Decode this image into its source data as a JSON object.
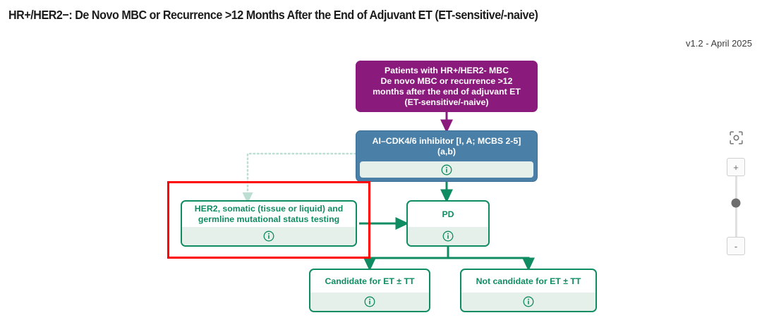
{
  "header": {
    "title": "HR+/HER2−: De Novo MBC or Recurrence >12 Months After the End of Adjuvant ET (ET-sensitive/-naive)",
    "version": "v1.2 - April 2025"
  },
  "colors": {
    "purple": "#8B1A7D",
    "blue": "#4A80A8",
    "green": "#108C62",
    "info_bar": "#e6f0ea",
    "selection_red": "#ff0000"
  },
  "flowchart": {
    "nodes": [
      {
        "id": "patients",
        "title": "Patients with HR+/HER2- MBC\nDe novo MBC or recurrence >12\nmonths after the end of adjuvant ET\n(ET-sensitive/-naive)",
        "style": "purple",
        "has_info": false
      },
      {
        "id": "ai-cdk",
        "title": "AI–CDK4/6 inhibitor [I, A; MCBS 2-5]\n(a,b)",
        "style": "blue",
        "has_info": true,
        "info_icon": "info-circle-icon"
      },
      {
        "id": "her2-testing",
        "title": "HER2, somatic (tissue or liquid) and\ngermline mutational status testing",
        "style": "green",
        "has_info": true,
        "info_icon": "info-circle-icon",
        "selected": true
      },
      {
        "id": "pd",
        "title": "PD",
        "style": "green",
        "has_info": true,
        "info_icon": "info-circle-icon"
      },
      {
        "id": "candidate",
        "title": "Candidate for ET ± TT",
        "style": "green",
        "has_info": true,
        "info_icon": "info-circle-icon"
      },
      {
        "id": "not-candidate",
        "title": "Not candidate for ET ± TT",
        "style": "green",
        "has_info": true,
        "info_icon": "info-circle-icon"
      }
    ],
    "edges": [
      {
        "from": "patients",
        "to": "ai-cdk",
        "style": "solid",
        "color": "#8B1A7D"
      },
      {
        "from": "ai-cdk",
        "to": "pd",
        "style": "solid",
        "color": "#108C62"
      },
      {
        "from": "ai-cdk",
        "to": "her2-testing",
        "style": "dotted",
        "color": "#bdded2"
      },
      {
        "from": "her2-testing",
        "to": "pd",
        "style": "solid",
        "color": "#108C62"
      },
      {
        "from": "pd",
        "to": "candidate",
        "style": "solid",
        "color": "#108C62"
      },
      {
        "from": "pd",
        "to": "not-candidate",
        "style": "solid",
        "color": "#108C62"
      }
    ]
  },
  "zoom_controls": {
    "fit_icon": "fit-to-screen-icon",
    "zoom_in_label": "+",
    "zoom_out_label": "-",
    "slider_value": 56
  }
}
